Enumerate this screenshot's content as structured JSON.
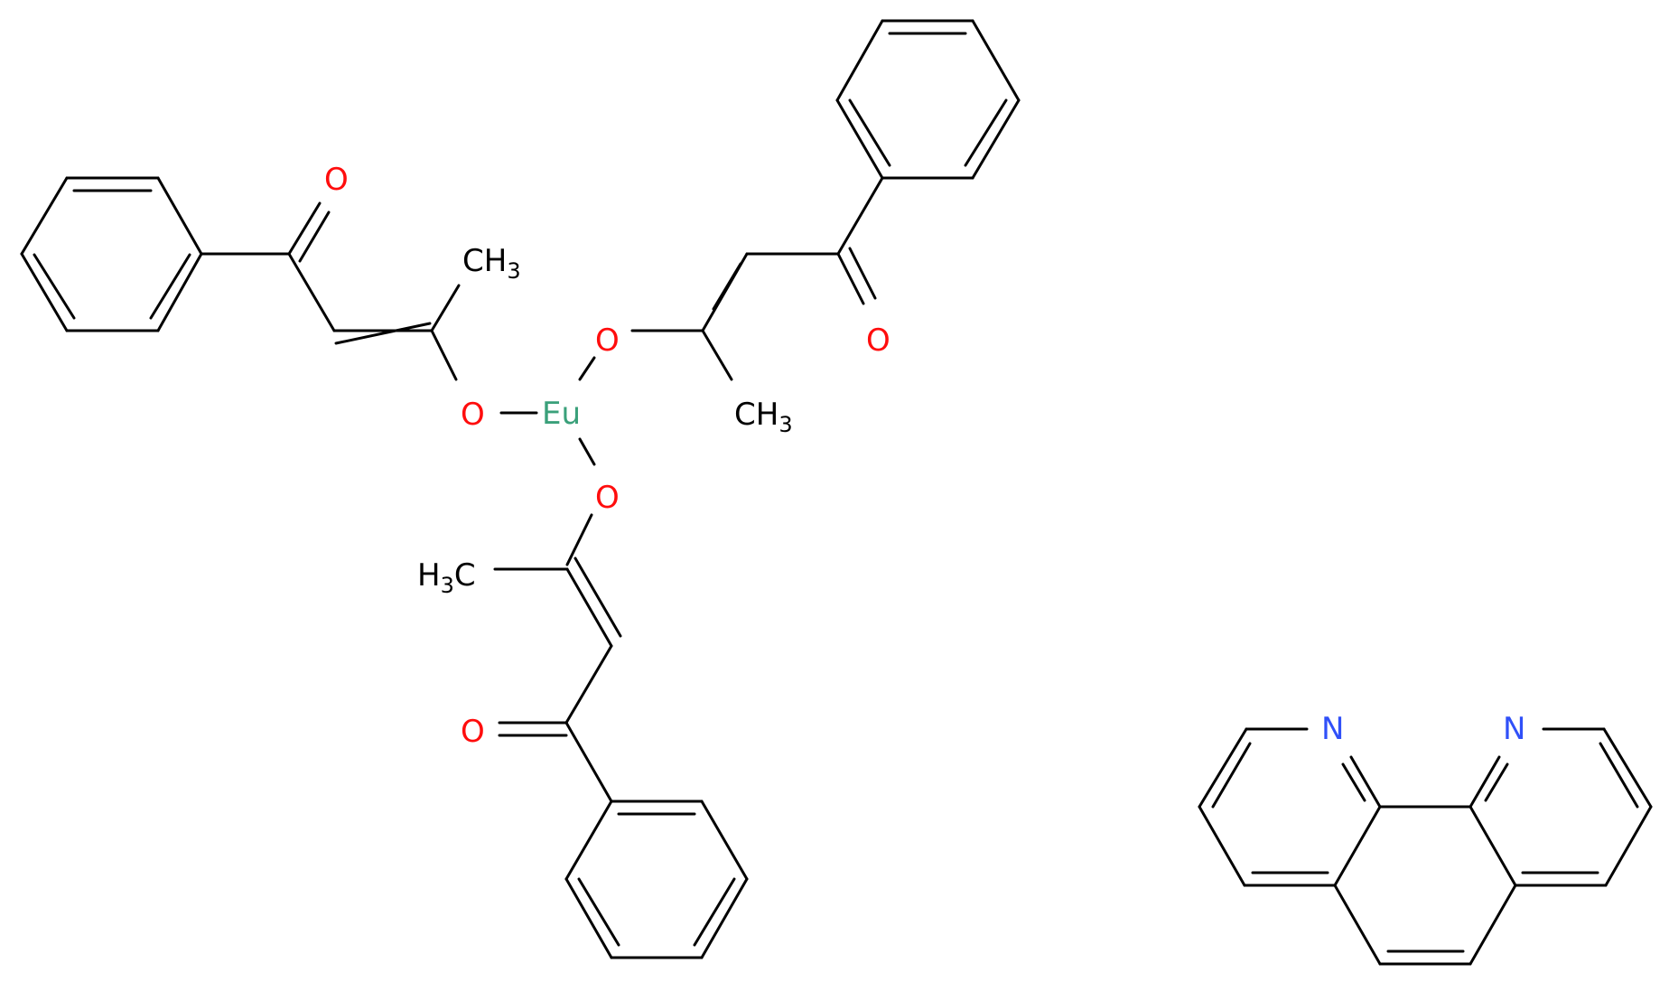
{
  "colors": {
    "bond": "#000000",
    "oxygen": "#ff0d0d",
    "nitrogen": "#3050f8",
    "europium": "#3aa07a",
    "carbon_label": "#000000"
  },
  "atoms": {
    "eu": "Eu",
    "o": "O",
    "n": "N",
    "c": "CH",
    "c_left": "H",
    "c_right": "C",
    "three": "3"
  }
}
